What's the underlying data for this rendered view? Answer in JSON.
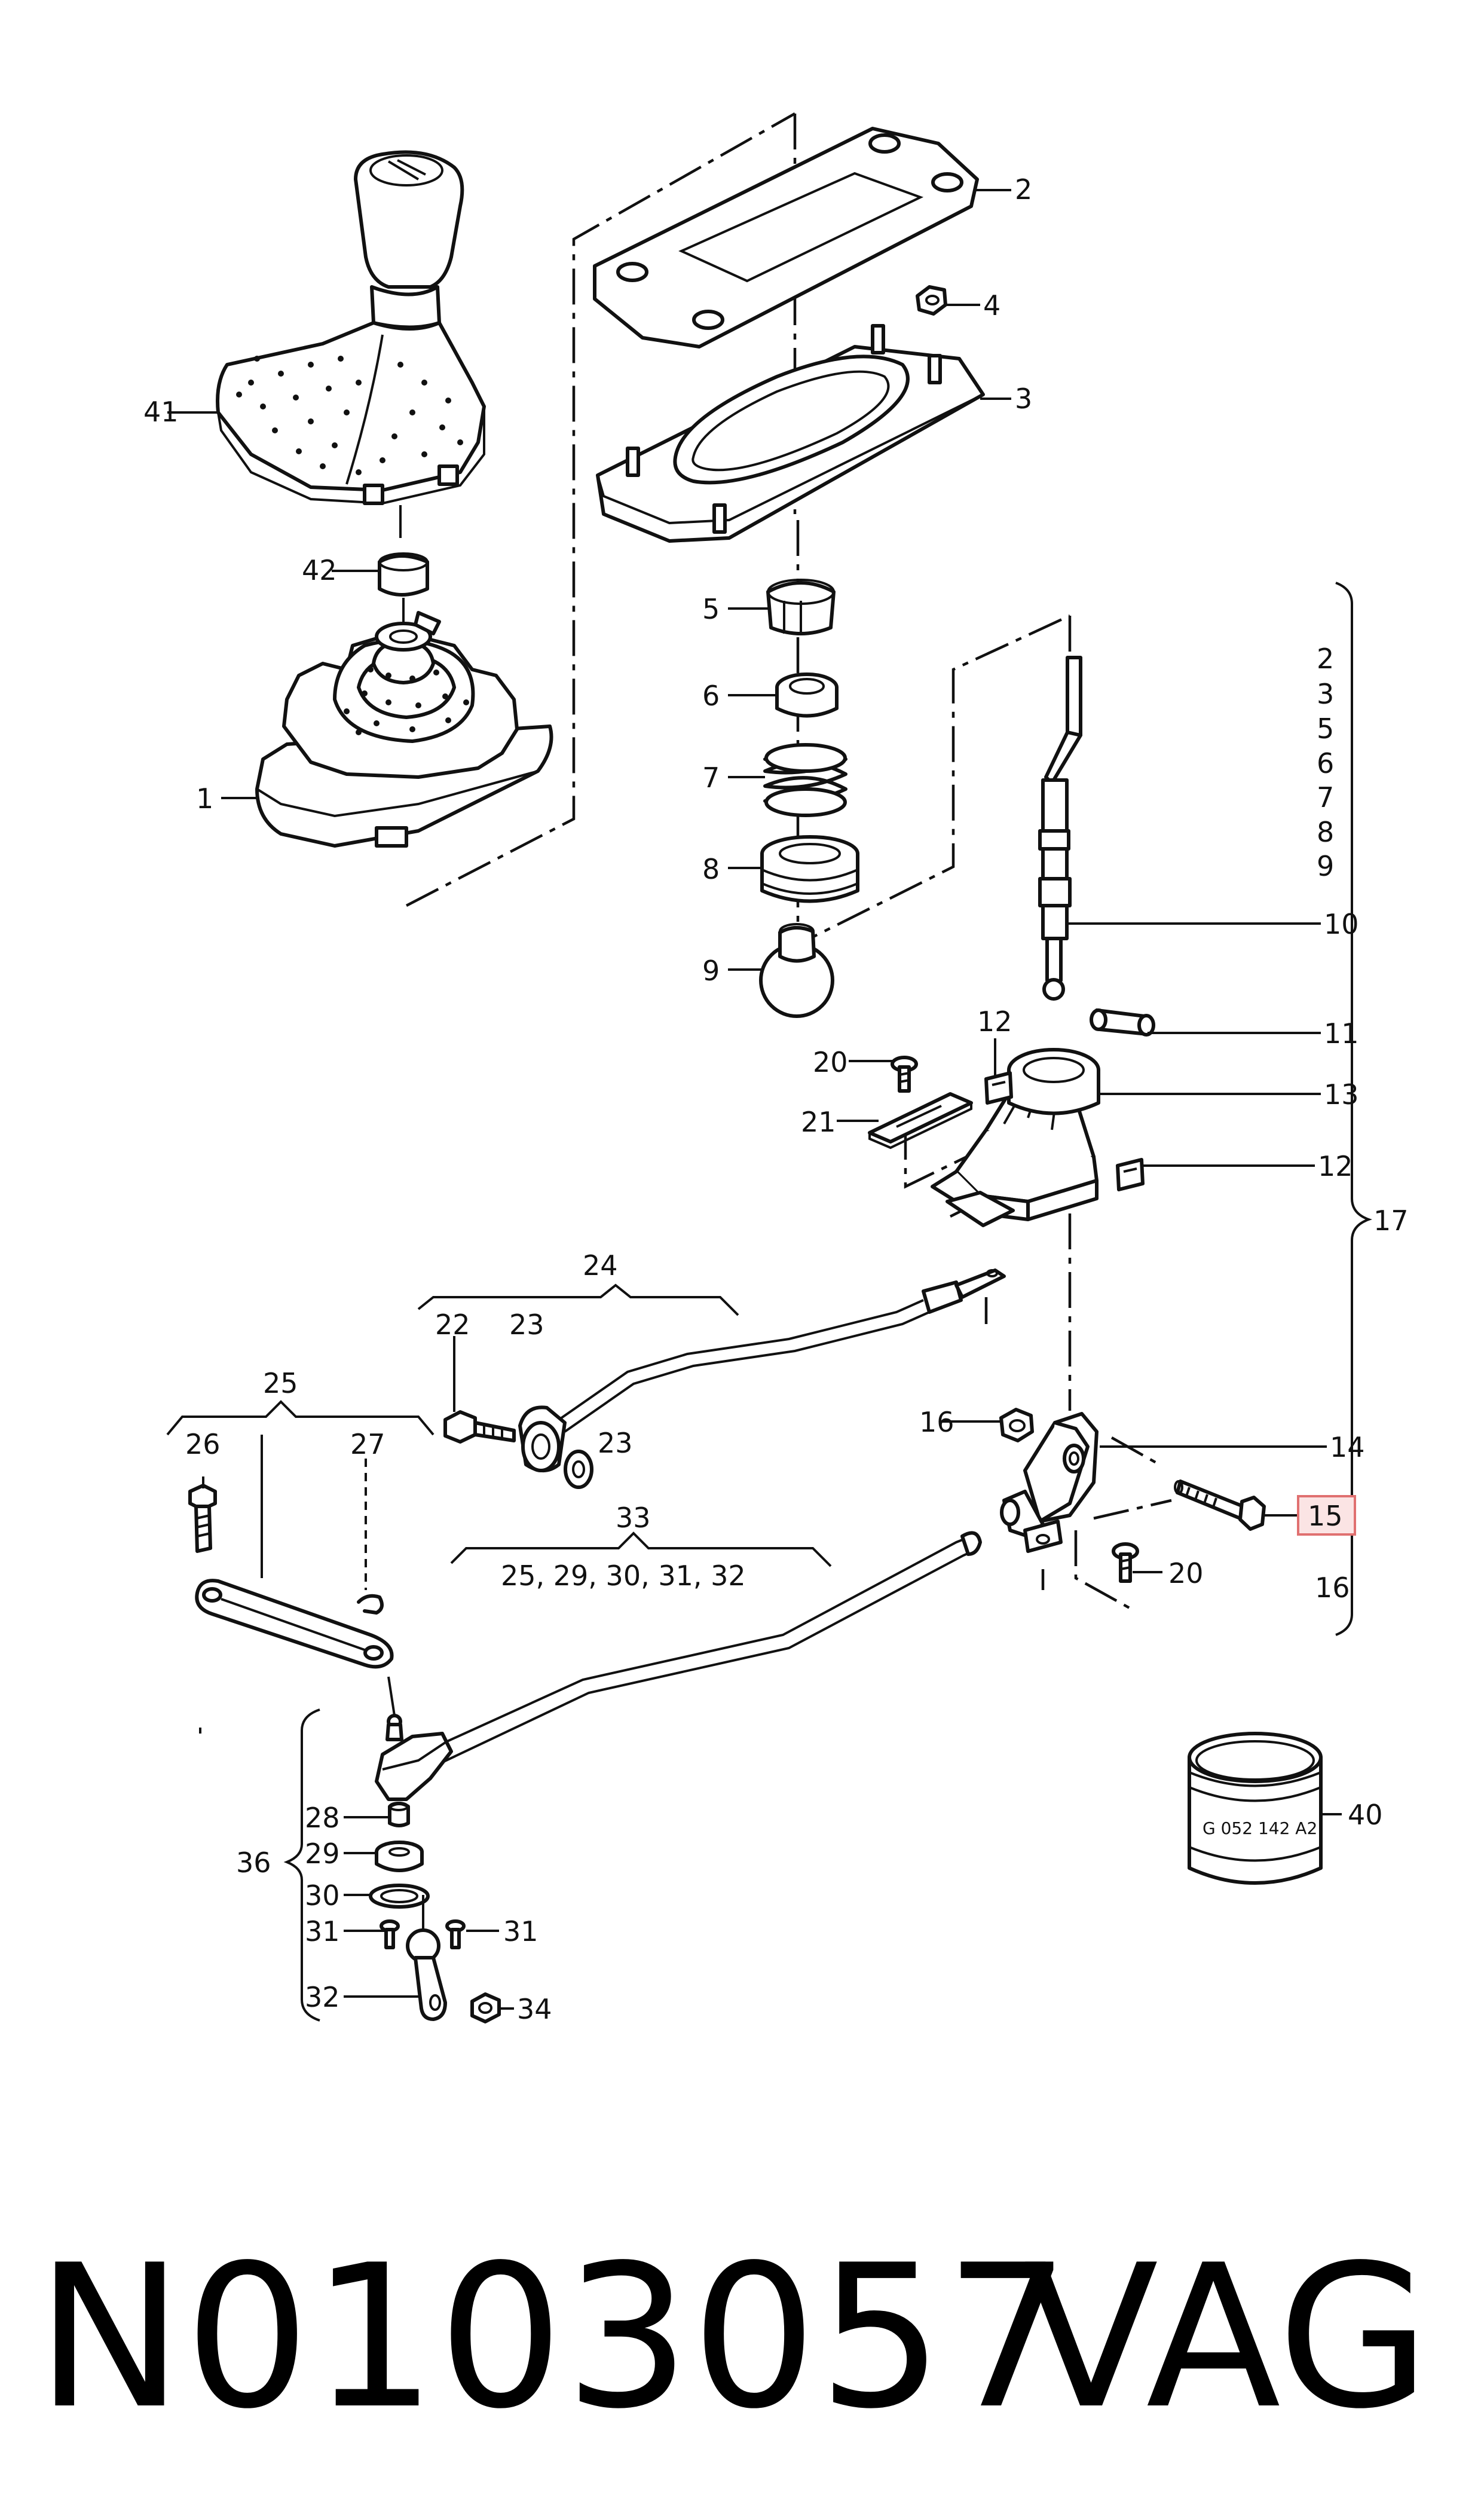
{
  "labels": {
    "l1": "1",
    "l2": "2",
    "l3": "3",
    "l4": "4",
    "l5": "5",
    "l6": "6",
    "l7": "7",
    "l8": "8",
    "l9": "9",
    "l10": "10",
    "l11": "11",
    "l12a": "12",
    "l12b": "12",
    "l13": "13",
    "l14": "14",
    "l15": "15",
    "l16a": "16",
    "l16b": "16",
    "l17": "17",
    "l20a": "20",
    "l20b": "20",
    "l21": "21",
    "l22": "22",
    "l23a": "23",
    "l23b": "23",
    "l24": "24",
    "l25": "25",
    "l26": "26",
    "l27": "27",
    "l28": "28",
    "l29": "29",
    "l30": "30",
    "l31a": "31",
    "l31b": "31",
    "l32": "32",
    "l33": "33",
    "l34": "34",
    "l36": "36",
    "l40": "40",
    "l41": "41",
    "l42": "42"
  },
  "group17_list": [
    "2",
    "3",
    "5",
    "6",
    "7",
    "8",
    "9"
  ],
  "group33_members": "25, 29, 30, 31, 32",
  "sleeve_marking": "G 052 142 A2",
  "highlight_label": "15",
  "highlight_color": "#e07070",
  "footer": {
    "part_number": "N0103057",
    "brand": "VAG"
  }
}
